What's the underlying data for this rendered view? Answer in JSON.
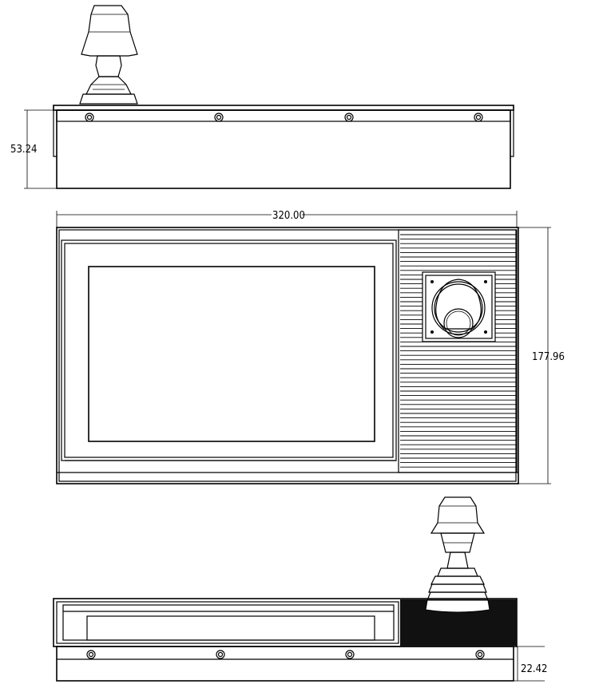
{
  "dimensions": {
    "top_view_height": "53.24",
    "front_width": "320.00",
    "front_height": "177.96",
    "bottom_view_height": "22.42"
  },
  "views": {
    "top": {
      "screw_count": 4,
      "has_joystick": true
    },
    "front": {
      "has_screen": true,
      "has_joystick_module": true,
      "grille": true
    },
    "bottom": {
      "screw_count": 4,
      "has_joystick": true,
      "dark_panel": true
    }
  },
  "colors": {
    "line": "#000000",
    "background": "#ffffff",
    "dark_panel": "#111111"
  }
}
